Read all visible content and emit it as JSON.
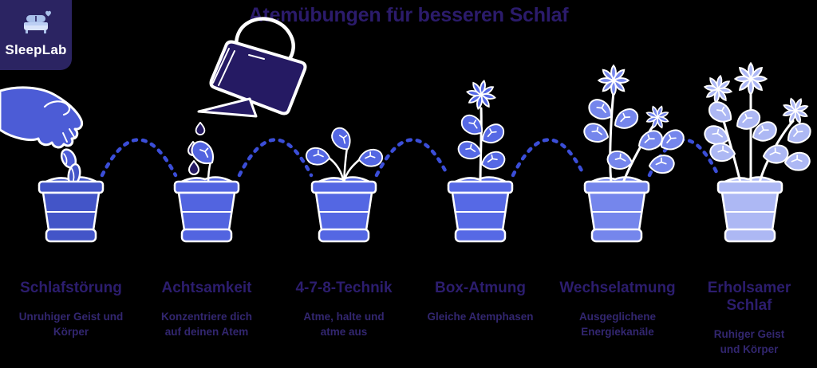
{
  "header": {
    "title": "Atemübungen für besseren Schlaf",
    "title_color": "#2b1b6b"
  },
  "logo": {
    "name": "SleepLab",
    "icon": "bed-with-heart-icon",
    "background_color": "#2b2462",
    "text_color": "#ffffff"
  },
  "stages": [
    {
      "heading": "Schlafstörung",
      "description": "Unruhiger Geist und Körper",
      "illustration": "hand-dropping-seed-into-pot",
      "pot_color": "#4355c8"
    },
    {
      "heading": "Achtsamkeit",
      "description": "Konzentriere dich auf deinen Atem",
      "illustration": "watering-can-watering-sprout",
      "pot_color": "#5264e0"
    },
    {
      "heading": "4-7-8-Technik",
      "description": "Atme, halte und atme aus",
      "illustration": "seedling-three-leaves",
      "pot_color": "#5467e3"
    },
    {
      "heading": "Box-Atmung",
      "description": "Gleiche Atemphasen",
      "illustration": "young-plant-with-flower",
      "pot_color": "#5669e5"
    },
    {
      "heading": "Wechselatmung",
      "description": "Ausgeglichene Energiekanäle",
      "illustration": "blooming-plant-two-flowers",
      "pot_color": "#7586ec"
    },
    {
      "heading": "Erholsamer Schlaf",
      "description": "Ruhiger Geist und Körper",
      "illustration": "full-bloom-plant-three-flowers",
      "pot_color": "#adb8f4"
    }
  ],
  "connector": {
    "style": "dashed-arc",
    "color": "#3b4ed8"
  },
  "illustration_colors": {
    "hand": "#4c5cd6",
    "watering_can": "#251a63",
    "outline": "#ffffff",
    "background": "#000000"
  },
  "label_colors": {
    "heading": "#2c1d6e",
    "description": "#32266f"
  }
}
